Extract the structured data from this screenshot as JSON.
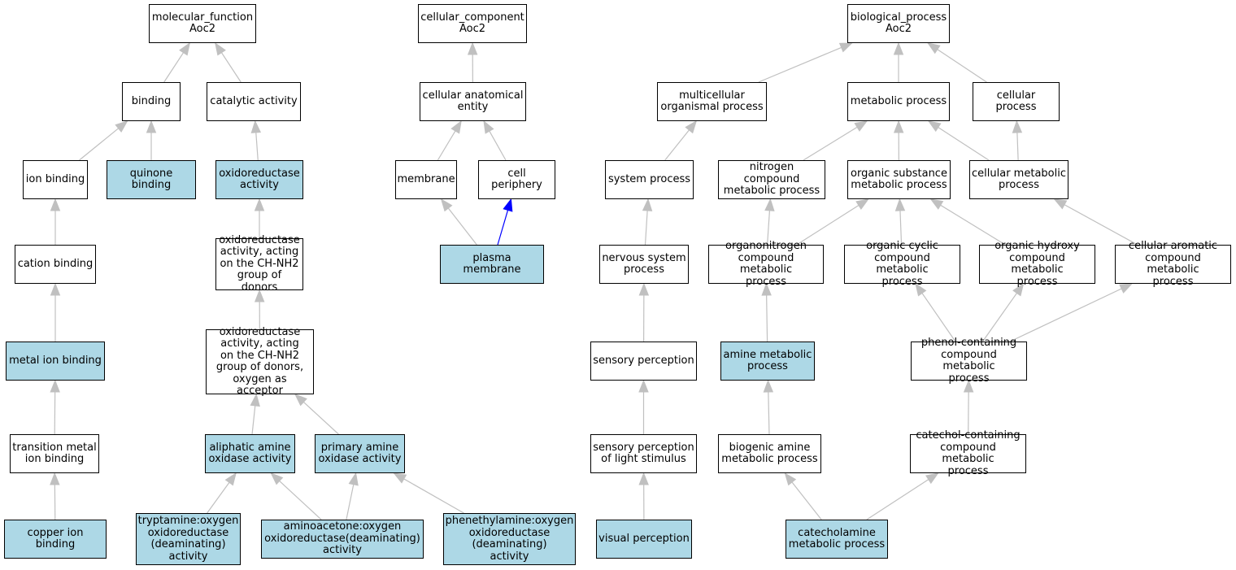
{
  "colors": {
    "highlight": "#add8e6",
    "edge": "#c0c0c0",
    "edge_special": "#0000ff"
  },
  "nodes": {
    "mf_root": {
      "label": "molecular_function\nAoc2",
      "highlight": false
    },
    "binding": {
      "label": "binding",
      "highlight": false
    },
    "catalytic": {
      "label": "catalytic activity",
      "highlight": false
    },
    "ion_binding": {
      "label": "ion binding",
      "highlight": false
    },
    "quinone": {
      "label": "quinone binding",
      "highlight": true
    },
    "oxred": {
      "label": "oxidoreductase\nactivity",
      "highlight": true
    },
    "cation": {
      "label": "cation binding",
      "highlight": false
    },
    "oxred_chnh2": {
      "label": "oxidoreductase\nactivity, acting\non the CH-NH2\ngroup of donors",
      "highlight": false
    },
    "metal_ion": {
      "label": "metal ion binding",
      "highlight": true
    },
    "oxred_oxygen": {
      "label": "oxidoreductase\nactivity, acting\non the CH-NH2\ngroup of donors,\noxygen as acceptor",
      "highlight": false
    },
    "transition": {
      "label": "transition metal\nion binding",
      "highlight": false
    },
    "aliphatic": {
      "label": "aliphatic amine\noxidase activity",
      "highlight": true
    },
    "primary": {
      "label": "primary amine\noxidase activity",
      "highlight": true
    },
    "copper": {
      "label": "copper ion binding",
      "highlight": true
    },
    "tryptamine": {
      "label": "tryptamine:oxygen\noxidoreductase\n(deaminating)\nactivity",
      "highlight": true
    },
    "aminoacetone": {
      "label": "aminoacetone:oxygen\noxidoreductase(deaminating)\nactivity",
      "highlight": true
    },
    "phenethylamine": {
      "label": "phenethylamine:oxygen\noxidoreductase\n(deaminating)\nactivity",
      "highlight": true
    },
    "cc_root": {
      "label": "cellular_component\nAoc2",
      "highlight": false
    },
    "anat": {
      "label": "cellular anatomical\nentity",
      "highlight": false
    },
    "membrane": {
      "label": "membrane",
      "highlight": false
    },
    "periphery": {
      "label": "cell periphery",
      "highlight": false
    },
    "plasma": {
      "label": "plasma membrane",
      "highlight": true
    },
    "bp_root": {
      "label": "biological_process\nAoc2",
      "highlight": false
    },
    "multicell": {
      "label": "multicellular\norganismal process",
      "highlight": false
    },
    "metabolic": {
      "label": "metabolic process",
      "highlight": false
    },
    "cellular_proc": {
      "label": "cellular process",
      "highlight": false
    },
    "system": {
      "label": "system process",
      "highlight": false
    },
    "nitrogen": {
      "label": "nitrogen compound\nmetabolic process",
      "highlight": false
    },
    "organic_sub": {
      "label": "organic substance\nmetabolic process",
      "highlight": false
    },
    "cell_metab": {
      "label": "cellular metabolic\nprocess",
      "highlight": false
    },
    "nervous": {
      "label": "nervous system\nprocess",
      "highlight": false
    },
    "organonitrogen": {
      "label": "organonitrogen\ncompound metabolic\nprocess",
      "highlight": false
    },
    "organic_cyclic": {
      "label": "organic cyclic\ncompound metabolic\nprocess",
      "highlight": false
    },
    "organic_hydroxy": {
      "label": "organic hydroxy\ncompound metabolic\nprocess",
      "highlight": false
    },
    "cell_aromatic": {
      "label": "cellular aromatic\ncompound metabolic\nprocess",
      "highlight": false
    },
    "sensory": {
      "label": "sensory perception",
      "highlight": false
    },
    "amine": {
      "label": "amine metabolic\nprocess",
      "highlight": true
    },
    "phenol": {
      "label": "phenol-containing\ncompound metabolic\nprocess",
      "highlight": false
    },
    "sensory_light": {
      "label": "sensory perception\nof light stimulus",
      "highlight": false
    },
    "biogenic": {
      "label": "biogenic amine\nmetabolic process",
      "highlight": false
    },
    "catechol_cont": {
      "label": "catechol-containing\ncompound metabolic\nprocess",
      "highlight": false
    },
    "visual": {
      "label": "visual perception",
      "highlight": true
    },
    "catecholamine": {
      "label": "catecholamine\nmetabolic process",
      "highlight": true
    }
  },
  "edges": [
    {
      "from": "binding",
      "to": "mf_root"
    },
    {
      "from": "catalytic",
      "to": "mf_root"
    },
    {
      "from": "ion_binding",
      "to": "binding"
    },
    {
      "from": "quinone",
      "to": "binding"
    },
    {
      "from": "oxred",
      "to": "catalytic"
    },
    {
      "from": "cation",
      "to": "ion_binding"
    },
    {
      "from": "oxred_chnh2",
      "to": "oxred"
    },
    {
      "from": "metal_ion",
      "to": "cation"
    },
    {
      "from": "oxred_oxygen",
      "to": "oxred_chnh2"
    },
    {
      "from": "transition",
      "to": "metal_ion"
    },
    {
      "from": "aliphatic",
      "to": "oxred_oxygen"
    },
    {
      "from": "primary",
      "to": "oxred_oxygen"
    },
    {
      "from": "copper",
      "to": "transition"
    },
    {
      "from": "tryptamine",
      "to": "aliphatic"
    },
    {
      "from": "aminoacetone",
      "to": "aliphatic"
    },
    {
      "from": "aminoacetone",
      "to": "primary"
    },
    {
      "from": "phenethylamine",
      "to": "primary"
    },
    {
      "from": "anat",
      "to": "cc_root"
    },
    {
      "from": "membrane",
      "to": "anat"
    },
    {
      "from": "periphery",
      "to": "anat"
    },
    {
      "from": "plasma",
      "to": "membrane"
    },
    {
      "from": "plasma",
      "to": "periphery",
      "special": true
    },
    {
      "from": "multicell",
      "to": "bp_root"
    },
    {
      "from": "metabolic",
      "to": "bp_root"
    },
    {
      "from": "cellular_proc",
      "to": "bp_root"
    },
    {
      "from": "system",
      "to": "multicell"
    },
    {
      "from": "nitrogen",
      "to": "metabolic"
    },
    {
      "from": "organic_sub",
      "to": "metabolic"
    },
    {
      "from": "cell_metab",
      "to": "metabolic"
    },
    {
      "from": "cell_metab",
      "to": "cellular_proc"
    },
    {
      "from": "nervous",
      "to": "system"
    },
    {
      "from": "organonitrogen",
      "to": "nitrogen"
    },
    {
      "from": "organonitrogen",
      "to": "organic_sub"
    },
    {
      "from": "organic_cyclic",
      "to": "organic_sub"
    },
    {
      "from": "organic_hydroxy",
      "to": "organic_sub"
    },
    {
      "from": "cell_aromatic",
      "to": "cell_metab"
    },
    {
      "from": "sensory",
      "to": "nervous"
    },
    {
      "from": "amine",
      "to": "organonitrogen"
    },
    {
      "from": "phenol",
      "to": "organic_cyclic"
    },
    {
      "from": "phenol",
      "to": "organic_hydroxy"
    },
    {
      "from": "phenol",
      "to": "cell_aromatic"
    },
    {
      "from": "sensory_light",
      "to": "sensory"
    },
    {
      "from": "biogenic",
      "to": "amine"
    },
    {
      "from": "catechol_cont",
      "to": "phenol"
    },
    {
      "from": "visual",
      "to": "sensory_light"
    },
    {
      "from": "catecholamine",
      "to": "biogenic"
    },
    {
      "from": "catecholamine",
      "to": "catechol_cont"
    }
  ]
}
